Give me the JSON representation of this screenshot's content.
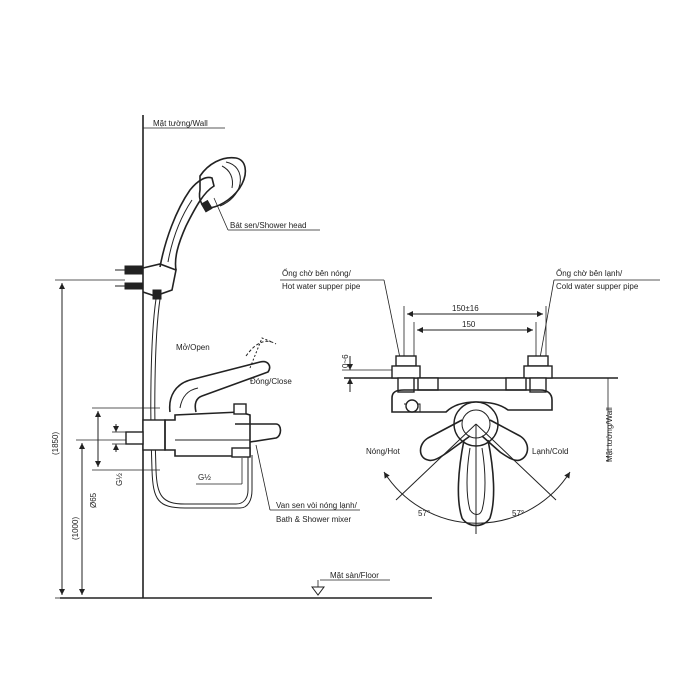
{
  "labels": {
    "wall_top": "Mặt tường/Wall",
    "shower_head": "Bát sen/Shower head",
    "open": "Mở/Open",
    "close": "Đóng/Close",
    "thread_g": "G½",
    "thread_g_vertical": "G½",
    "mixer_vi": "Van sen vòi nóng lạnh/",
    "mixer_en": "Bath & Shower mixer",
    "floor": "Mặt sàn/Floor",
    "hot_pipe_vi": "Ống chờ bên nóng/",
    "hot_pipe_en": "Hot water supper pipe",
    "cold_pipe_vi": "Ống chờ bên lạnh/",
    "cold_pipe_en": "Cold water supper pipe",
    "hot": "Nóng/Hot",
    "cold": "Lạnh/Cold",
    "wall_right": "Mặt tường/Wall"
  },
  "dimensions": {
    "height_total": "(1850)",
    "height_mixer": "(1000)",
    "diameter": "Ø65",
    "span_tolerance": "150±16",
    "span": "150",
    "depth": "0~6",
    "angle_left": "57°",
    "angle_right": "57°"
  }
}
